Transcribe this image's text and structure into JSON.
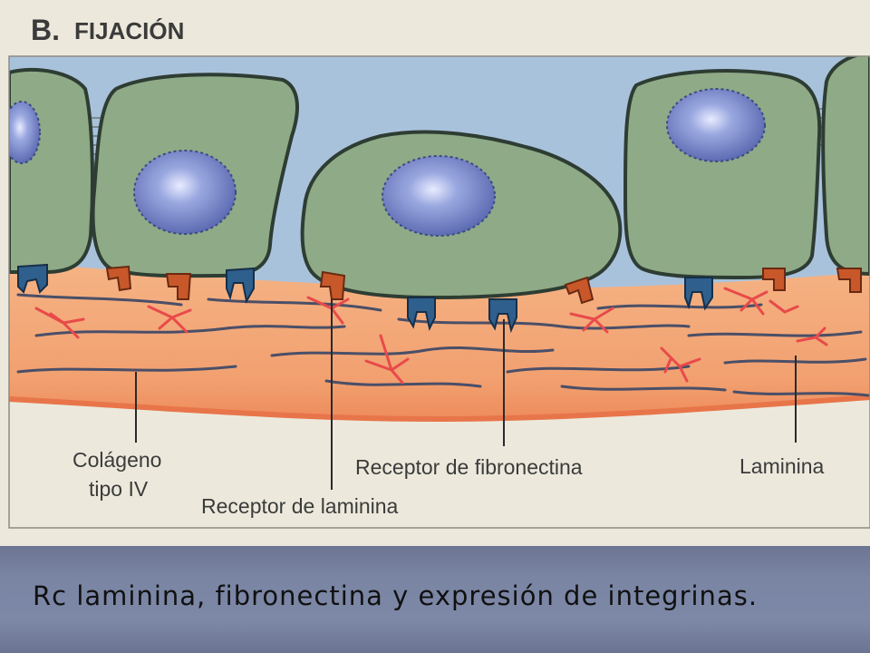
{
  "figure": {
    "panel_letter": "B.",
    "panel_title": "FIJACIÓN",
    "labels": {
      "collagen_line1": "Colágeno",
      "collagen_line2": "tipo IV",
      "laminin_receptor": "Receptor de laminina",
      "fibronectin_receptor": "Receptor de fibronectina",
      "laminin": "Laminina"
    }
  },
  "caption": "Rc laminina, fibronectina y expresión de integrinas.",
  "colors": {
    "background_fluid": "#a9c2dc",
    "cell_fill": "#8faa86",
    "cell_outline": "#2e3d33",
    "nucleus": "#6f7fc2",
    "basal_lamina": "#f3a877",
    "laminin_receptor": "#c8582a",
    "fibronectin_receptor": "#2f5f8c",
    "laminin_strand": "#e84a4a",
    "collagen_fiber": "#4a4f68",
    "caption_bar": "#7a85a4"
  }
}
